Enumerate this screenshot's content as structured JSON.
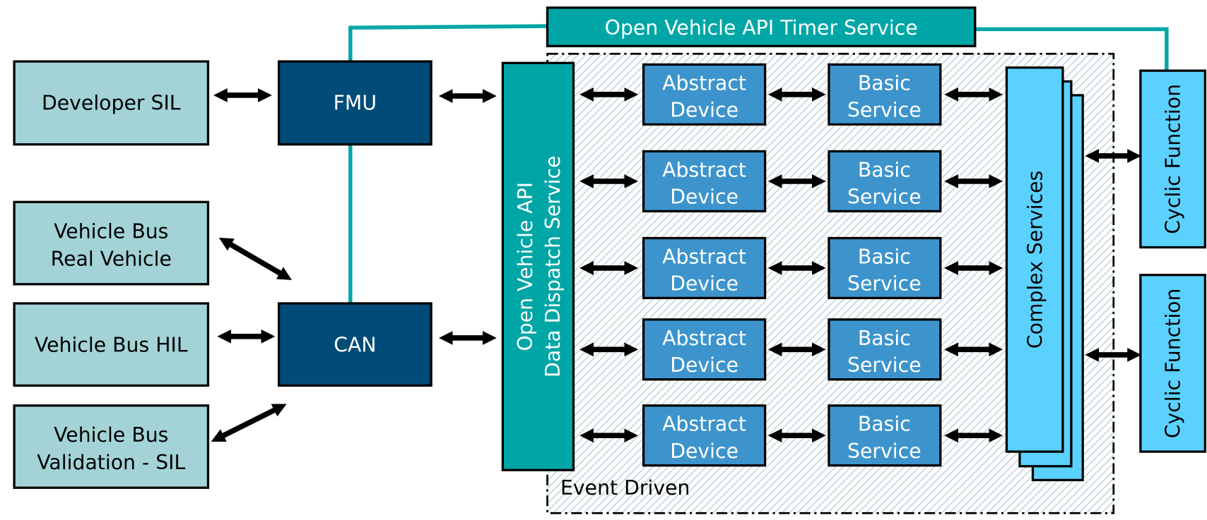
{
  "colors": {
    "source_box": "#A3D3D6",
    "interface_box": "#004B78",
    "api_service": "#00A6A6",
    "abstract_device": "#3D94CC",
    "basic_service": "#3D94CC",
    "complex_cyclic": "#5BD1FF"
  },
  "timer_service": "Open Vehicle API Timer Service",
  "sources": [
    {
      "lines": [
        "Developer SIL"
      ]
    },
    {
      "lines": [
        "Vehicle Bus",
        "Real Vehicle"
      ]
    },
    {
      "lines": [
        "Vehicle Bus HIL"
      ]
    },
    {
      "lines": [
        "Vehicle Bus",
        "Validation - SIL"
      ]
    }
  ],
  "interfaces": {
    "fmu": "FMU",
    "can": "CAN"
  },
  "dispatch_service": {
    "line1": "Open Vehicle API",
    "line2": "Data Dispatch Service"
  },
  "rows": [
    {
      "device": [
        "Abstract",
        "Device"
      ],
      "service": [
        "Basic",
        "Service"
      ]
    },
    {
      "device": [
        "Abstract",
        "Device"
      ],
      "service": [
        "Basic",
        "Service"
      ]
    },
    {
      "device": [
        "Abstract",
        "Device"
      ],
      "service": [
        "Basic",
        "Service"
      ]
    },
    {
      "device": [
        "Abstract",
        "Device"
      ],
      "service": [
        "Basic",
        "Service"
      ]
    },
    {
      "device": [
        "Abstract",
        "Device"
      ],
      "service": [
        "Basic",
        "Service"
      ]
    }
  ],
  "complex_services": "Complex Services",
  "cyclic_functions": [
    "Cyclic Function",
    "Cyclic Function"
  ],
  "region_label": "Event Driven"
}
